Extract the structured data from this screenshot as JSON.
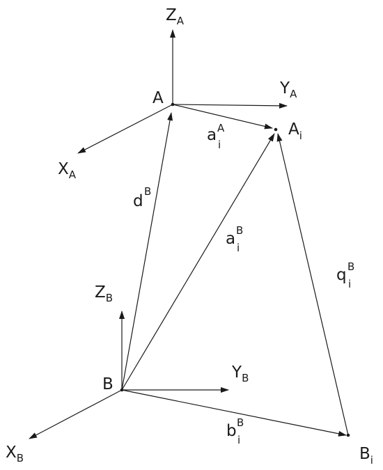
{
  "diagram": {
    "line_color": "#1a1a1a",
    "background": "#ffffff",
    "frames": {
      "A": {
        "origin": "A",
        "z": {
          "main": "Z",
          "sub": "A"
        },
        "y": {
          "main": "Y",
          "sub": "A"
        },
        "x": {
          "main": "X",
          "sub": "A"
        }
      },
      "B": {
        "origin": "B",
        "z": {
          "main": "Z",
          "sub": "B"
        },
        "y": {
          "main": "Y",
          "sub": "B"
        },
        "x": {
          "main": "X",
          "sub": "B"
        }
      }
    },
    "points": {
      "Ai": {
        "main": "A",
        "sub": "i"
      },
      "Bi": {
        "main": "B",
        "sub": "i"
      }
    },
    "vectors": {
      "a_i_A": {
        "main": "a",
        "sub": "i",
        "sup": "A"
      },
      "d_B": {
        "main": "d",
        "sup": "B"
      },
      "a_i_B": {
        "main": "a",
        "sub": "i",
        "sup": "B"
      },
      "q_i_B": {
        "main": "q",
        "sub": "i",
        "sup": "B"
      },
      "b_i_B": {
        "main": "b",
        "sub": "i",
        "sup": "B"
      }
    }
  }
}
